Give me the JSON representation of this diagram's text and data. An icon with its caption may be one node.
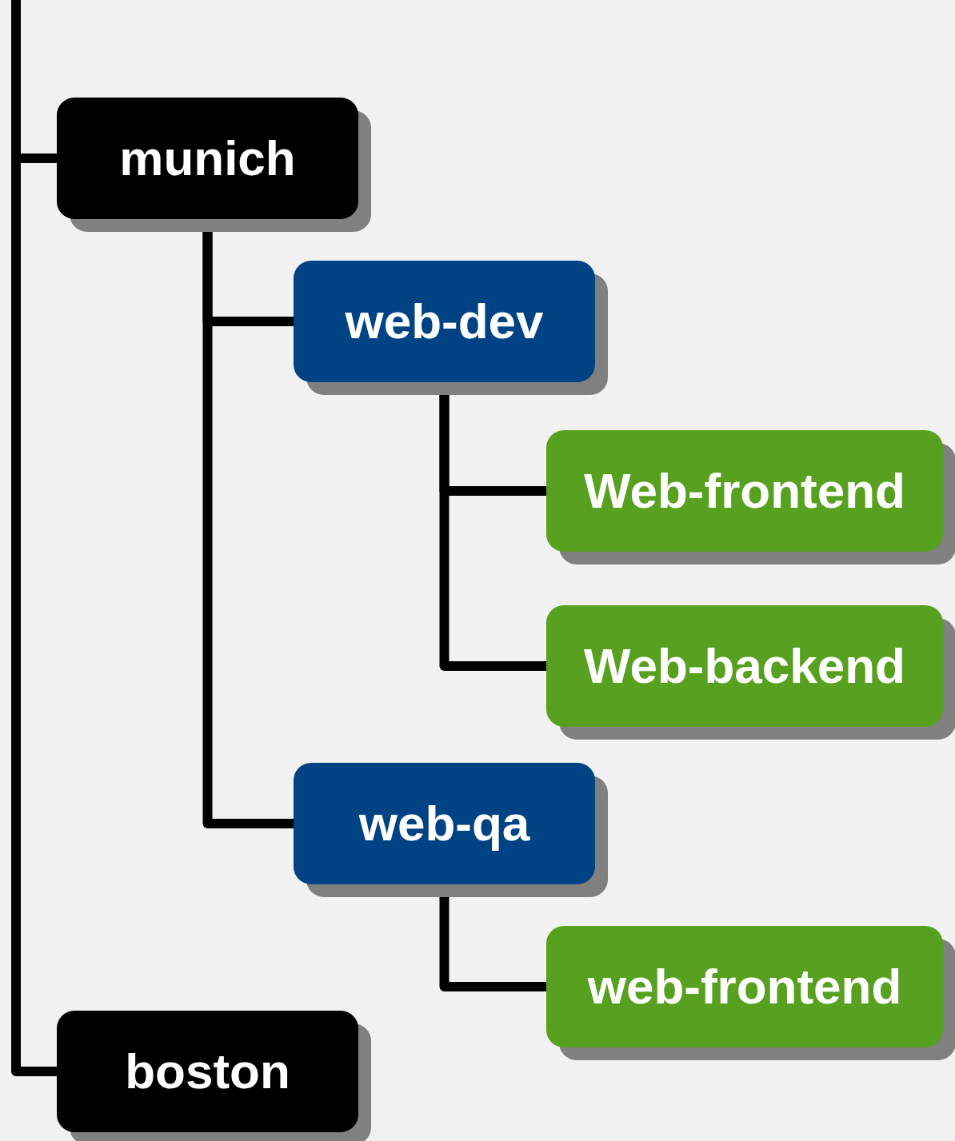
{
  "diagram": {
    "nodes": [
      {
        "text": [
          "munich"
        ]
      },
      {
        "text": [
          "web-dev"
        ]
      },
      {
        "text": [
          "Web-frontend"
        ]
      },
      {
        "text": [
          "Web-backend"
        ]
      },
      {
        "text": [
          "web-qa"
        ]
      },
      {
        "text": [
          "web-frontend"
        ]
      },
      {
        "text": [
          "boston"
        ]
      }
    ],
    "edges": [
      {
        "from": null,
        "to": 0,
        "arrow": "none"
      },
      {
        "from": null,
        "to": 6,
        "arrow": "none"
      },
      {
        "from": 0,
        "to": 1,
        "arrow": "none"
      },
      {
        "from": 0,
        "to": 4,
        "arrow": "none"
      },
      {
        "from": 1,
        "to": 2,
        "arrow": "none"
      },
      {
        "from": 1,
        "to": 3,
        "arrow": "none"
      },
      {
        "from": 4,
        "to": 5,
        "arrow": "none"
      }
    ]
  }
}
